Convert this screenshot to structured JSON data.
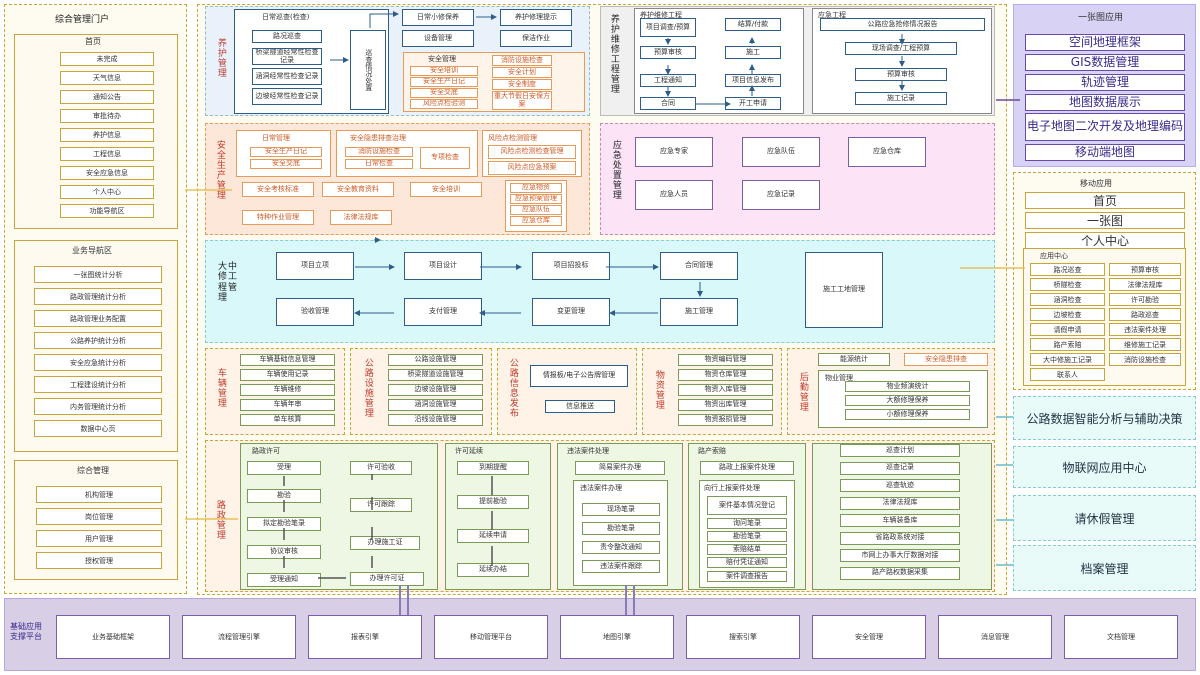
{
  "left": {
    "portal_title": "综合管理门户",
    "home": {
      "title": "首页",
      "items": [
        "未完成",
        "天气信息",
        "通知公告",
        "审批待办",
        "养护信息",
        "工程信息",
        "安全应急信息",
        "个人中心",
        "功能导航区"
      ]
    },
    "biz": {
      "title": "业务导航区",
      "items": [
        "一张图统计分析",
        "路政管理统计分析",
        "路政管理业务配置",
        "公路养护统计分析",
        "安全应急统计分析",
        "工程建设统计分析",
        "内务管理统计分析",
        "数据中心页"
      ]
    },
    "admin": {
      "title": "综合管理",
      "items": [
        "机构管理",
        "岗位管理",
        "用户管理",
        "授权管理"
      ]
    }
  },
  "maint": {
    "label": "养护管理",
    "daily_title": "日常巡查(检查)",
    "daily_items": [
      "路况巡查",
      "桥梁隧道经常性检查记录",
      "涵洞经常性检查记录",
      "边坡经常性检查记录"
    ],
    "disposal": "巡查情况处置",
    "task": "日常小修保养",
    "prompt": "养护修理提示",
    "equip": "设备管理",
    "clean": "保洁作业",
    "safety_title": "安全管理",
    "safety_left": [
      "安全培训",
      "安全生产日记",
      "安全交底",
      "风险点检验测"
    ],
    "safety_right": [
      "消防设施检查",
      "安全计划",
      "安全制度",
      "重大节假日安保方案"
    ]
  },
  "eng": {
    "label": "养护维修工程管理",
    "col1_title": "养护维修工程",
    "col1": [
      "项目调查/预算",
      "预算审核",
      "工程通知",
      "合同"
    ],
    "col2": [
      "结算/付款",
      "施工",
      "项目信息发布",
      "开工申请"
    ],
    "col3_title": "应急工程",
    "col3": [
      "公路应急抢修情况报告",
      "现场调查/工程预算",
      "预算审核",
      "施工记录"
    ]
  },
  "safety": {
    "label": "安全生产管理",
    "daily_title": "日常管理",
    "daily": [
      "安全生产日记",
      "安全交底"
    ],
    "hazard_title": "安全隐患排查治理",
    "hazard": [
      "消防设施检查",
      "日常检查",
      "专项检查"
    ],
    "risk_title": "风险点检测管理",
    "risk": [
      "风险点检测检查管理",
      "风险点应急预案"
    ],
    "row2": [
      "安全考核标准",
      "安全教育资料",
      "安全培训"
    ],
    "row3": [
      "特种作业管理",
      "法律法规库"
    ],
    "emer": [
      "应急物资",
      "应急预案管理",
      "应急队伍",
      "应急仓库"
    ]
  },
  "emerg": {
    "label": "应急处置管理",
    "items": [
      "应急专家",
      "应急队伍",
      "应急仓库",
      "应急人员",
      "应急记录"
    ]
  },
  "major": {
    "label": "大中修工程管理",
    "row1": [
      "项目立项",
      "项目设计",
      "项目招投标",
      "合同管理"
    ],
    "row2": [
      "验收管理",
      "支付管理",
      "变更管理",
      "施工管理"
    ],
    "site": "施工工地管理"
  },
  "vehicle": {
    "label": "车辆管理",
    "items": [
      "车辆基础信息管理",
      "车辆使用记录",
      "车辆维修",
      "车辆年审",
      "单车核算"
    ]
  },
  "road_fac": {
    "label": "公路设施管理",
    "items": [
      "公路设施管理",
      "桥梁隧道设施管理",
      "边坡设施管理",
      "涵洞设施管理",
      "沿线设施管理"
    ]
  },
  "road_info": {
    "label": "公路信息发布",
    "items": [
      "情报板/电子公告牌管理",
      "信息推送"
    ]
  },
  "material": {
    "label": "物资管理",
    "items": [
      "物资编码管理",
      "物资仓库管理",
      "物资入库管理",
      "物资出库管理",
      "物资报损管理"
    ]
  },
  "logistics": {
    "label": "后勤管理",
    "energy": "能源统计",
    "hazard": "安全隐患排查",
    "mat_title": "物业管理",
    "mat": [
      "物业频演统计",
      "大额修理保养",
      "小额修理保养"
    ]
  },
  "roadadmin": {
    "label": "路政管理",
    "permit_title": "路政许可",
    "permit_l": [
      "受理",
      "勘验",
      "拟定勘验笔录",
      "协议审核",
      "受理通知"
    ],
    "permit_r": [
      "许可验收",
      "许可跟踪",
      "办理施工证",
      "办理许可证"
    ],
    "ext_title": "许可延续",
    "ext": [
      "到期提醒",
      "提前勘验",
      "延续申请",
      "延续办结"
    ],
    "case_title": "违法案件处理",
    "case_top": "简易案件办理",
    "case_sub_title": "违法案件办理",
    "case_sub": [
      "现场笔录",
      "勘验笔录",
      "责令整改通知",
      "违法案件跟踪"
    ],
    "claim_title": "路产索赔",
    "claim_top": "路政上报案件处理",
    "claim_sub_title": "向行上报案件处理",
    "claim_sub": [
      "案件基本情况登记",
      "询问笔录",
      "勘验笔录",
      "索赔结单",
      "赔付凭证通知",
      "案件调查报告"
    ],
    "right": [
      "巡查计划",
      "巡查记录",
      "巡查轨迹",
      "法律法规库",
      "车辆装备库",
      "省路政系统对接",
      "市网上办事大厅数据对接",
      "路产路权数据采集"
    ]
  },
  "map_app": {
    "title": "一张图应用",
    "items": [
      "空间地理框架",
      "GIS数据管理",
      "轨迹管理",
      "地图数据展示",
      "电子地图二次开发及地理编码",
      "移动端地图"
    ]
  },
  "mobile": {
    "title": "移动应用",
    "big": [
      "首页",
      "一张图",
      "个人中心"
    ],
    "center_title": "应用中心",
    "left": [
      "路况巡查",
      "桥隧检查",
      "涵洞检查",
      "边坡检查",
      "请假申请",
      "路产索赔",
      "大中修施工记录",
      "联系人"
    ],
    "right": [
      "预算审核",
      "法律法规库",
      "许可勘验",
      "路政巡查",
      "违法案件处理",
      "维修施工记录",
      "消防设施检查"
    ]
  },
  "side_apps": [
    "公路数据智能分析与辅助决策",
    "物联网应用中心",
    "请休假管理",
    "档案管理"
  ],
  "platform": {
    "label": "基础应用支撑平台",
    "items": [
      "业务基础框架",
      "流程管理引擎",
      "报表引擎",
      "移动管理平台",
      "地图引擎",
      "搜索引擎",
      "安全管理",
      "消息管理",
      "文档管理"
    ]
  }
}
